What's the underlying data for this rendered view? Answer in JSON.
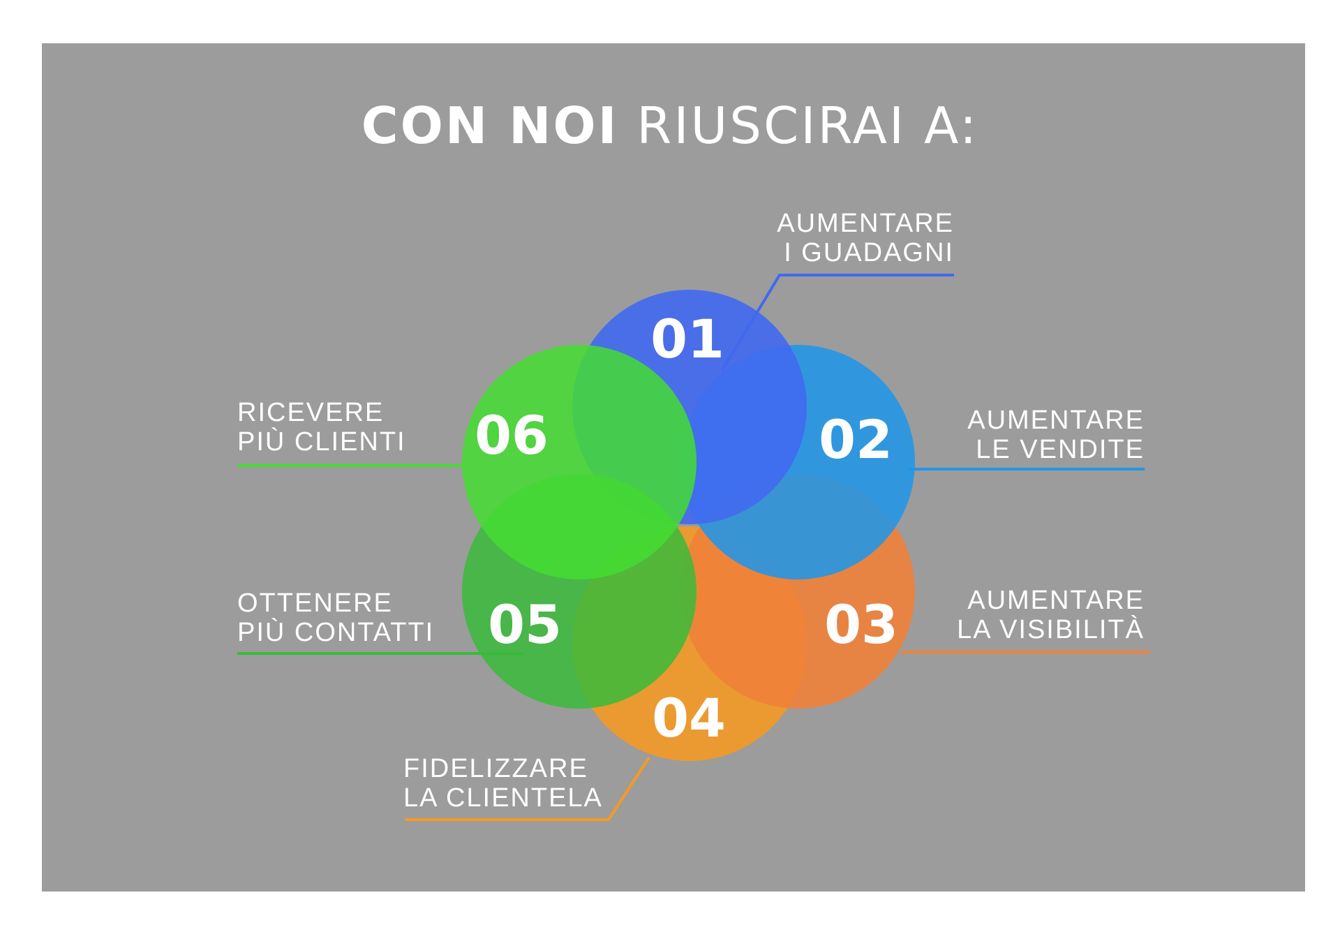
{
  "title": {
    "strong": "CON NOI",
    "light": "RIUSCIRAI A:"
  },
  "steps": [
    {
      "number": "01",
      "line1": "AUMENTARE",
      "line2": "I GUADAGNI",
      "color": "#4169f0"
    },
    {
      "number": "02",
      "line1": "AUMENTARE",
      "line2": "LE VENDITE",
      "color": "#2196e8"
    },
    {
      "number": "03",
      "line1": "AUMENTARE",
      "line2": "LA VISIBILITÀ",
      "color": "#f0823a"
    },
    {
      "number": "04",
      "line1": "FIDELIZZARE",
      "line2": "LA CLIENTELA",
      "color": "#f59a22"
    },
    {
      "number": "05",
      "line1": "OTTENERE",
      "line2": "PIÙ CONTATTI",
      "color": "#39bb3a"
    },
    {
      "number": "06",
      "line1": "RICEVERE",
      "line2": "PIÙ CLIENTI",
      "color": "#44dd33"
    }
  ],
  "colors": {
    "panel_background": "#9c9c9c",
    "text": "#ffffff"
  }
}
